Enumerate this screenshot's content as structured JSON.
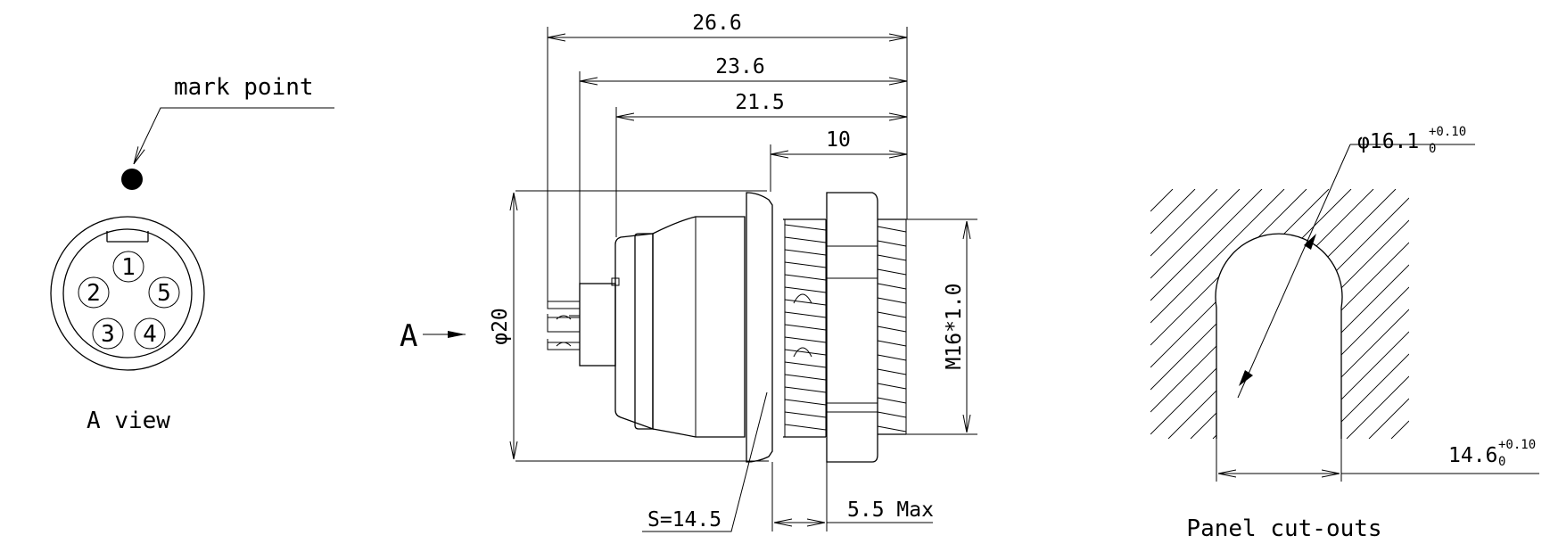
{
  "a_view": {
    "mark_label": "mark point",
    "view_label": "A view",
    "pins": [
      "1",
      "2",
      "3",
      "4",
      "5"
    ]
  },
  "side_view": {
    "arrow_label": "A",
    "dims": {
      "d1": "26.6",
      "d2": "23.6",
      "d3": "21.5",
      "d4": "10",
      "diameter": "φ20",
      "thread": "M16*1.0",
      "hex": "S=14.5",
      "panel_max": "5.5 Max"
    }
  },
  "cutout": {
    "title": "Panel cut-outs",
    "diameter_value": "φ16.1",
    "diameter_tol_upper": "+0.10",
    "diameter_tol_lower": "0",
    "flat_value": "14.6",
    "flat_tol_upper": "+0.10",
    "flat_tol_lower": "0"
  }
}
